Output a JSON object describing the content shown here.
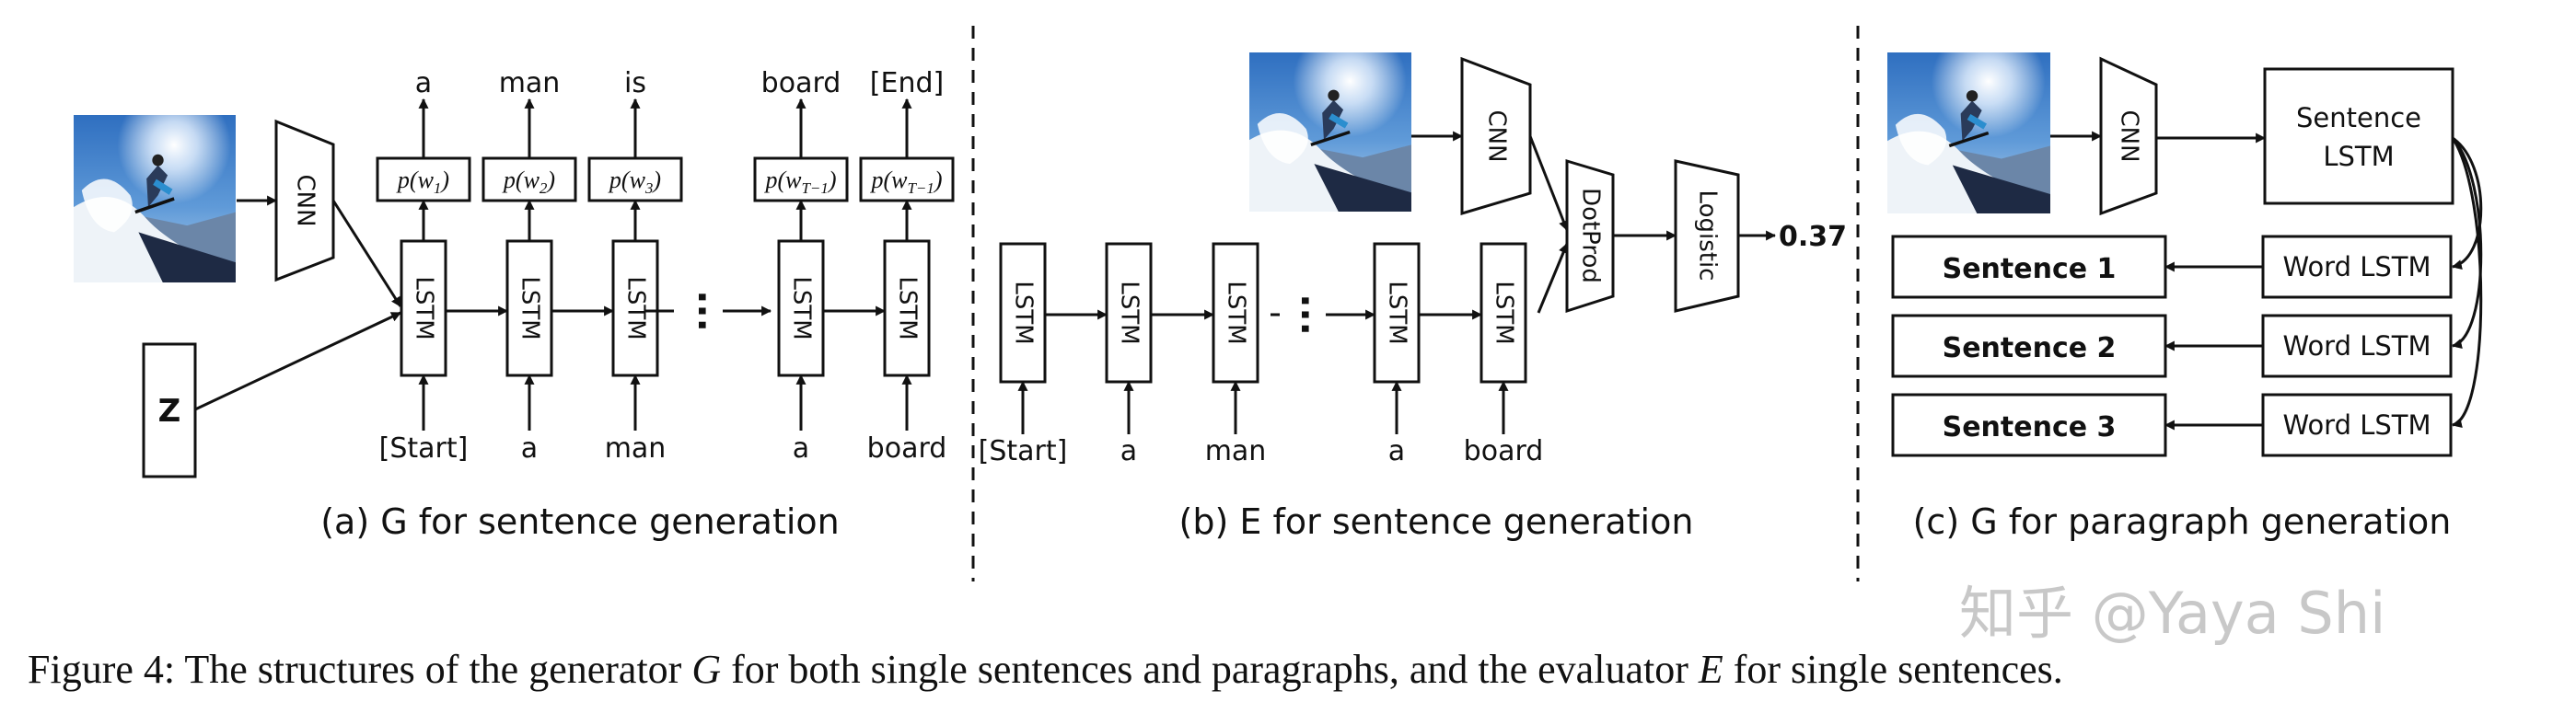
{
  "panel_a": {
    "caption": "(a) G for sentence generation",
    "encoder_label": "CNN",
    "noise_label": "Z",
    "lstm_label": "LSTM",
    "outputs": [
      "a",
      "man",
      "is",
      "board",
      "[End]"
    ],
    "inputs": [
      "[Start]",
      "a",
      "man",
      "a",
      "board"
    ],
    "prob_labels": [
      "p(w",
      "p(w",
      "p(w",
      "p(w",
      "p(w"
    ],
    "prob_subscripts": [
      "1",
      "2",
      "3",
      "T−1",
      "T−1"
    ],
    "prob_close": ")"
  },
  "panel_b": {
    "caption": "(b) E for sentence generation",
    "encoder_label": "CNN",
    "lstm_label": "LSTM",
    "inputs": [
      "[Start]",
      "a",
      "man",
      "a",
      "board"
    ],
    "dotprod_label": "DotProd",
    "logistic_label": "Logistic",
    "score": "0.37"
  },
  "panel_c": {
    "caption": "(c) G for paragraph generation",
    "encoder_label": "CNN",
    "sentence_lstm_line1": "Sentence",
    "sentence_lstm_line2": "LSTM",
    "word_lstm_label": "Word LSTM",
    "sentences": [
      "Sentence 1",
      "Sentence 2",
      "Sentence 3"
    ]
  },
  "figure_caption": {
    "prefix": "Figure 4:",
    "text1": "The structures of the generator ",
    "g": "G",
    "text2": " for both single sentences and paragraphs, and the evaluator ",
    "e": "E",
    "text3": " for single sentences."
  },
  "watermark": "知乎 @Yaya Shi",
  "colors": {
    "stroke": "#111111",
    "watermark": "#c8c8c8"
  }
}
